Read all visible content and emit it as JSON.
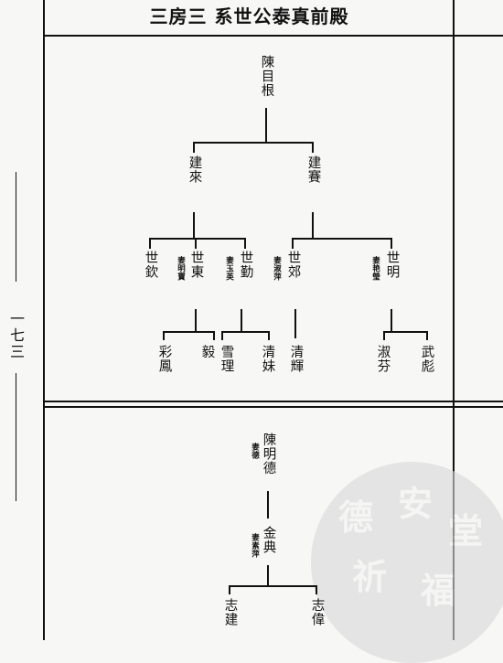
{
  "header": {
    "title": "三房三 系世公泰真前殿"
  },
  "margin": {
    "page_number": "一七三"
  },
  "tree1": {
    "root": "陳目根",
    "gen2": {
      "left": "建來",
      "right": "建賽"
    },
    "gen3": {
      "shi_qin": "世欽",
      "shi_dong": {
        "name": "世東",
        "spouse": "妻明寶"
      },
      "shi_qin2": {
        "name": "世勤",
        "spouse": "妻玉英"
      },
      "shi_jiao": {
        "name": "世郊",
        "spouse": "妻淑萍"
      },
      "shi_ming": {
        "name": "世明",
        "spouse": "妻艳瑩"
      }
    },
    "gen4": {
      "cai_feng": "彩鳳",
      "yi": "毅",
      "xue_li": "雪理",
      "qing_mei": "清妹",
      "qing_hui": "清輝",
      "shu_fen": "淑芬",
      "wu_biao": "武彪"
    }
  },
  "tree2": {
    "root": {
      "name": "陳明德",
      "spouse": "妻德"
    },
    "gen2": {
      "name": "金典",
      "spouse": "妻素萍"
    },
    "gen3": {
      "left": "志建",
      "right": "志偉"
    }
  },
  "watermark": {
    "chars": [
      "德",
      "安",
      "堂",
      "祈",
      "福"
    ]
  }
}
